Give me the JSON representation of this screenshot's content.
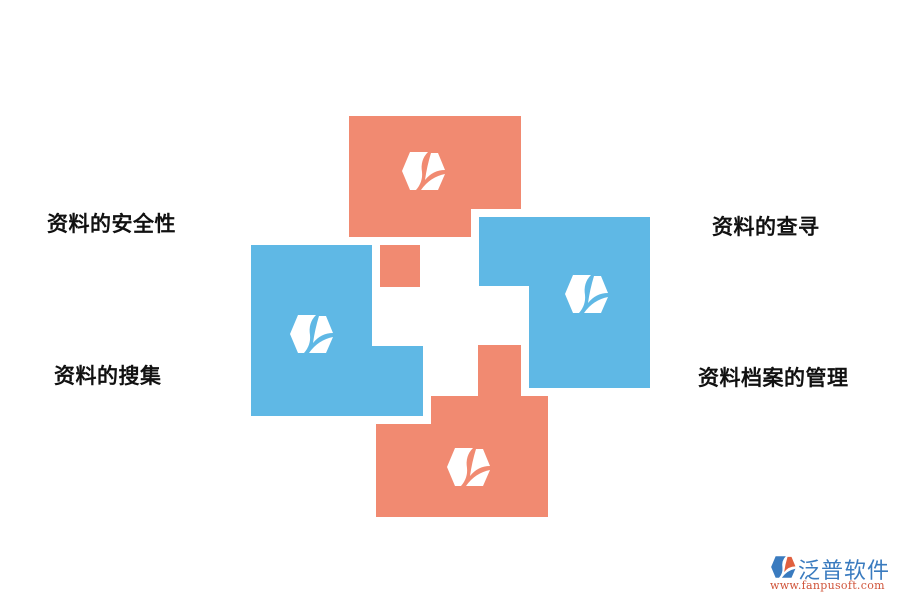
{
  "diagram": {
    "labels": {
      "top_left": "资料的安全性",
      "bottom_left": "资料的搜集",
      "top_right": "资料的查寻",
      "bottom_right": "资料档案的管理"
    },
    "colors": {
      "orange": "#f18a71",
      "blue": "#5fb8e5",
      "text": "#111111"
    },
    "icons": [
      "leaf-hexagon-icon",
      "leaf-hexagon-icon",
      "leaf-hexagon-icon",
      "leaf-hexagon-icon"
    ]
  },
  "watermark": {
    "name": "泛普软件",
    "url": "www.fanpusoft.com"
  }
}
